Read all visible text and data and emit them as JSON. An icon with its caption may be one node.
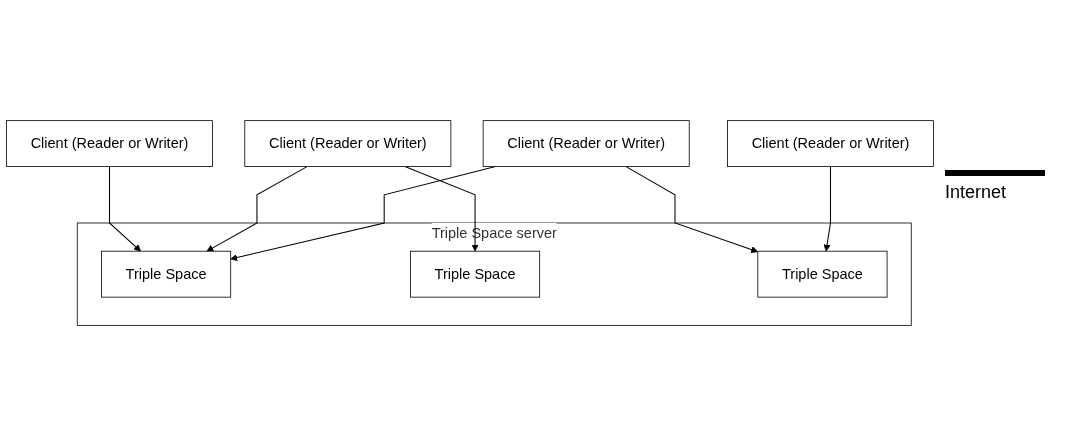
{
  "diagram": {
    "nodes": [
      {
        "text": [
          "Client (Reader or Writer)"
        ]
      },
      {
        "text": [
          "Client (Reader or Writer)"
        ]
      },
      {
        "text": [
          "Client (Reader or Writer)"
        ]
      },
      {
        "text": [
          "Client (Reader or Writer)"
        ]
      },
      {
        "text": [
          "Triple Space server"
        ]
      },
      {
        "text": [
          "Triple Space"
        ],
        "in": 4
      },
      {
        "text": [
          "Triple Space"
        ],
        "in": 4
      },
      {
        "text": [
          "Triple Space"
        ],
        "in": 4
      }
    ],
    "edges": [
      {
        "from": 0,
        "to": 5,
        "arrow": "to"
      },
      {
        "from": 1,
        "to": 5,
        "arrow": "to"
      },
      {
        "from": 1,
        "to": 6,
        "arrow": "to"
      },
      {
        "from": 2,
        "to": 5,
        "arrow": "to"
      },
      {
        "from": 2,
        "to": 7,
        "arrow": "to"
      },
      {
        "from": 3,
        "to": 7,
        "arrow": "to"
      }
    ],
    "labels": [
      "Internet"
    ]
  }
}
